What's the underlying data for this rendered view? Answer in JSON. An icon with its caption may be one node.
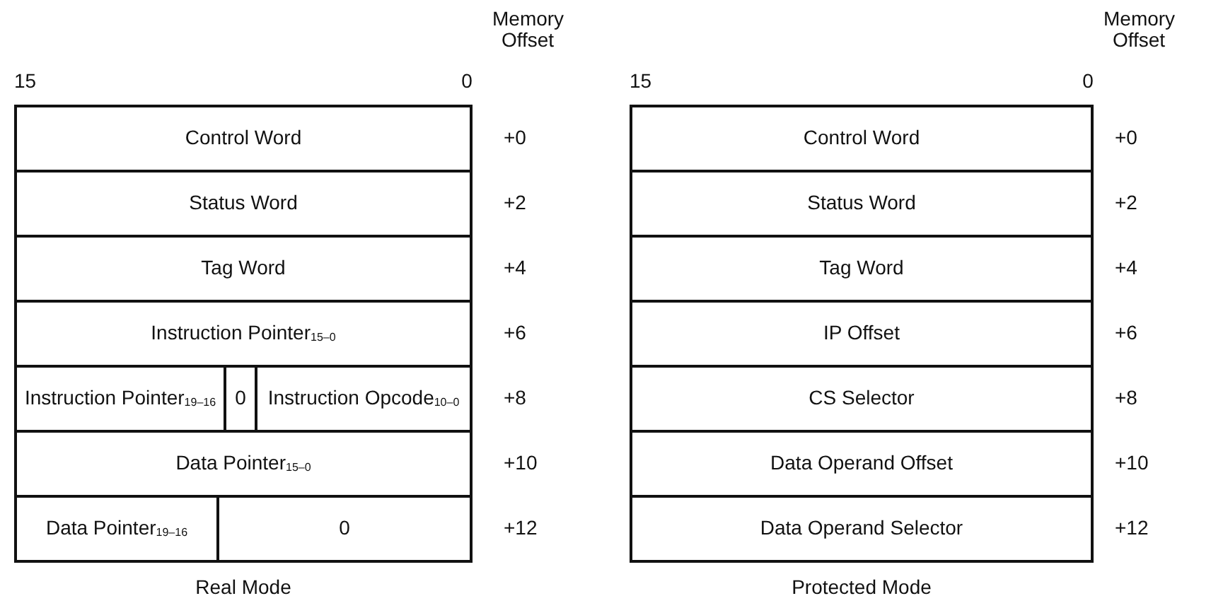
{
  "diagram": {
    "nodes": [
      {
        "text": [
          "Control Word"
        ]
      },
      {
        "text": [
          "Status Word"
        ]
      },
      {
        "text": [
          "Tag Word"
        ]
      },
      {
        "text": [
          "Instruction Pointer$_{15–0}$"
        ]
      },
      {
        "text": [
          "Instruction Pointer$_{19–16}$"
        ]
      },
      {
        "text": [
          "0"
        ]
      },
      {
        "text": [
          "Instruction Opcode$_{10–0}$"
        ]
      },
      {
        "text": [
          "Data Pointer$_{15–0}$"
        ]
      },
      {
        "text": [
          "Data Pointer$_{19–16}$"
        ]
      },
      {
        "text": [
          "0"
        ]
      },
      {
        "text": [
          "Control Word"
        ]
      },
      {
        "text": [
          "Status Word"
        ]
      },
      {
        "text": [
          "Tag Word"
        ]
      },
      {
        "text": [
          "IP Offset"
        ]
      },
      {
        "text": [
          "CS Selector"
        ]
      },
      {
        "text": [
          "Data Operand Offset"
        ]
      },
      {
        "text": [
          "Data Operand Selector"
        ]
      }
    ],
    "labels": [
      "Memory Offset",
      "15",
      "0",
      "+0",
      "+2",
      "+4",
      "+6",
      "+8",
      "+10",
      "+12",
      "Real Mode",
      "Memory Offset",
      "15",
      "0",
      "+0",
      "+2",
      "+4",
      "+6",
      "+8",
      "+10",
      "+12",
      "Protected Mode"
    ]
  }
}
